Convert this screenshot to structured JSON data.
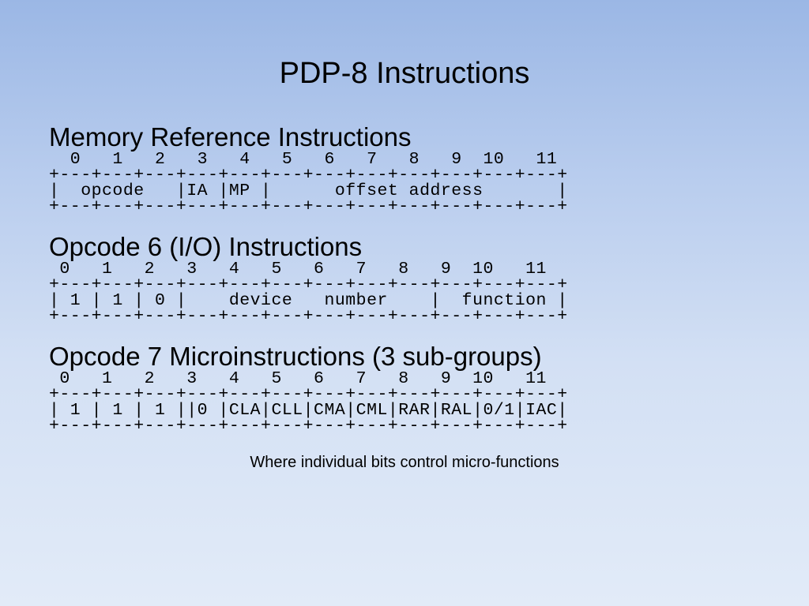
{
  "slide": {
    "title": "PDP-8 Instructions",
    "note": "Where individual bits control micro-functions"
  },
  "sections": [
    {
      "heading": "Memory Reference Instructions",
      "bit_numbers": "  0   1   2   3   4   5   6   7   8   9  10   11",
      "border_top": "+---+---+---+---+---+---+---+---+---+---+---+---+",
      "fields": "|  opcode   |IA |MP |      offset address       |",
      "border_bottom": "+---+---+---+---+---+---+---+---+---+---+---+---+"
    },
    {
      "heading": "Opcode 6 (I/O) Instructions",
      "bit_numbers": " 0   1   2   3   4   5   6   7   8   9  10   11",
      "border_top": "+---+---+---+---+---+---+---+---+---+---+---+---+",
      "fields": "| 1 | 1 | 0 |    device   number    |  function |",
      "border_bottom": "+---+---+---+---+---+---+---+---+---+---+---+---+"
    },
    {
      "heading": "Opcode 7 Microinstructions (3 sub-groups)",
      "bit_numbers": " 0   1   2   3   4   5   6   7   8   9  10   11",
      "border_top": "+---+---+---+---+---+---+---+---+---+---+---+---+",
      "fields": "| 1 | 1 | 1 ||0 |CLA|CLL|CMA|CML|RAR|RAL|0/1|IAC|",
      "border_bottom": "+---+---+---+---+---+---+---+---+---+---+---+---+"
    }
  ]
}
